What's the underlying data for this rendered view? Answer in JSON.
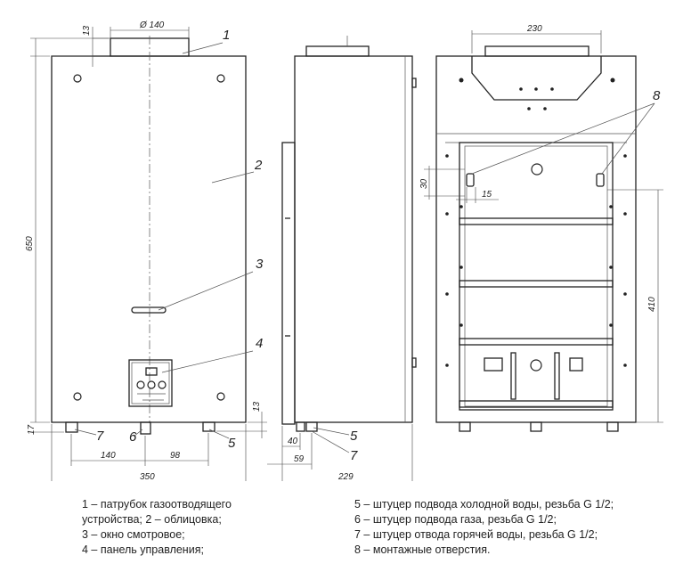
{
  "dims": {
    "pipe_dia": "Ø 140",
    "top_offset": "13",
    "height": "650",
    "bottom_left": "17",
    "bottom_right": "13",
    "w140": "140",
    "w98": "98",
    "w350": "350",
    "d40": "40",
    "d59": "59",
    "d229": "229",
    "w230": "230",
    "d30": "30",
    "d15": "15",
    "h410": "410"
  },
  "callouts": {
    "c1": "1",
    "c2": "2",
    "c3": "3",
    "c4": "4",
    "c5a": "5",
    "c6": "6",
    "c7a": "7",
    "c5b": "5",
    "c7b": "7",
    "c8": "8"
  },
  "legend": {
    "left": [
      "1 – патрубок газоотводящего",
      "устройства; 2 – облицовка;",
      "3 – окно смотровое;",
      "4 – панель управления;"
    ],
    "right": [
      "5 – штуцер подвода холодной воды, резьба G 1/2;",
      "6 – штуцер подвода газа, резьба G 1/2;",
      "7 – штуцер отвода горячей воды, резьба G 1/2;",
      "8 – монтажные отверстия."
    ]
  }
}
